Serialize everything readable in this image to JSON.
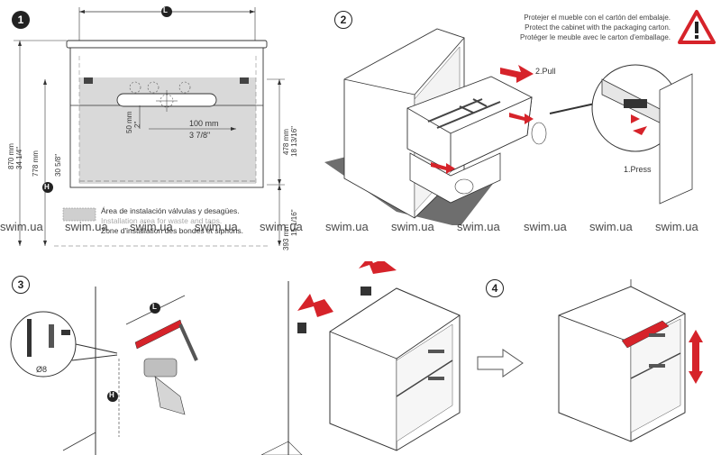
{
  "steps": {
    "s1": "1",
    "s2": "2",
    "s3": "3",
    "s4": "4"
  },
  "dimensions": {
    "L": "L",
    "H": "H",
    "height_total_mm": "870 mm",
    "height_total_in": "34 1/4\"",
    "height_cabinet_mm": "778 mm",
    "height_cabinet_in": "30 5/8\"",
    "height_478_mm": "478 mm",
    "height_478_in": "18 13/16\"",
    "height_bottom_mm": "393 mm",
    "height_bottom_in": "15 1/16\"",
    "offset_50_mm": "50 mm",
    "offset_50_in": "2\"",
    "offset_100_mm": "100 mm",
    "offset_100_in": "3 7/8\"",
    "drill": "Ø8"
  },
  "legend": {
    "es": "Área de instalación válvulas y desagües.",
    "en": "Installation area for waste and taps.",
    "fr": "Zone d'installation des bondes et siphons."
  },
  "warning": {
    "es": "Protejer el mueble con el cartón del embalaje.",
    "en": "Protect the cabinet with the packaging carton.",
    "fr": "Protéger le meuble avec le carton d'emballage.",
    "icon": "warning-triangle-icon"
  },
  "actions": {
    "pull": "2.Pull",
    "press": "1.Press"
  },
  "watermark": [
    "swim.ua",
    "swim.ua",
    "swim.ua",
    "swim.ua",
    "swim.ua",
    "swim.ua",
    "swim.ua",
    "swim.ua",
    "swim.ua",
    "swim.ua",
    "swim.ua"
  ],
  "colors": {
    "arrow_red": "#d6232a",
    "shade_gray": "#d9d9d9",
    "floor_gray": "#6e6e6e"
  }
}
